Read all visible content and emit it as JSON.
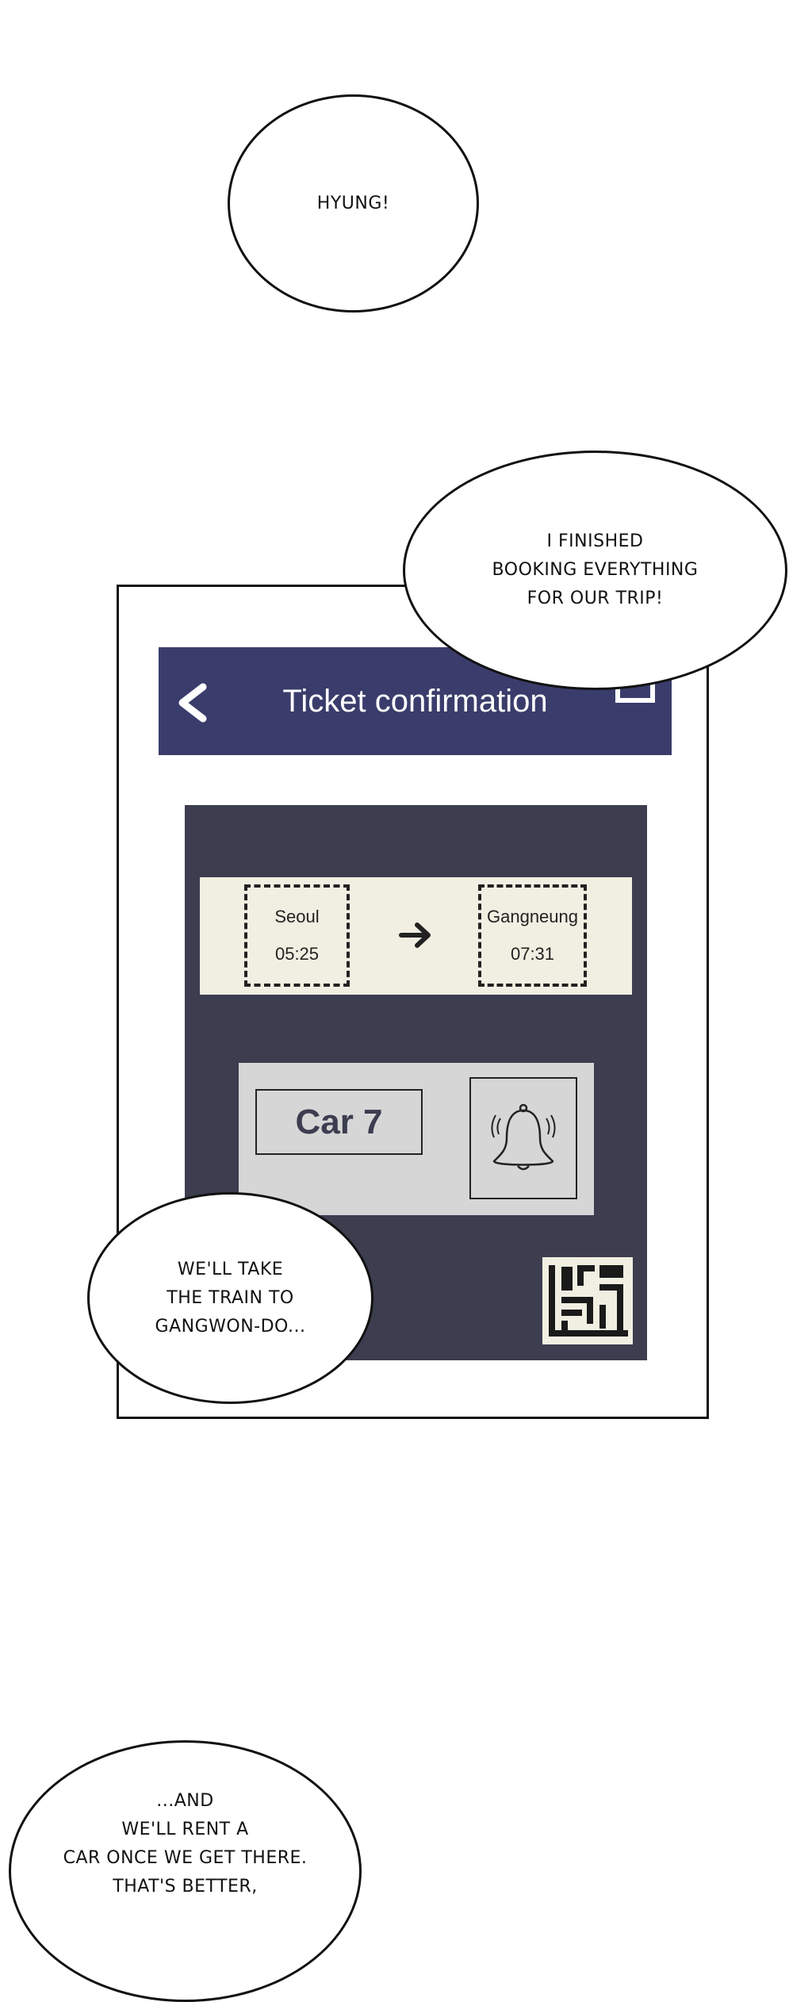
{
  "bubbles": {
    "b1": [
      "HYUNG!"
    ],
    "b2": [
      "I FINISHED",
      "BOOKING EVERYTHING",
      "FOR OUR TRIP!"
    ],
    "b3": [
      "WE'LL TAKE",
      "THE TRAIN TO",
      "GANGWON-DO..."
    ],
    "b4": [
      "...AND",
      "WE'LL RENT A",
      "CAR ONCE WE GET THERE.",
      "THAT'S BETTER,"
    ]
  },
  "app": {
    "title": "Ticket confirmation",
    "header_color": "#3a3d6b",
    "departure": {
      "station": "Seoul",
      "time": "05:25"
    },
    "arrival": {
      "station": "Gangneung",
      "time": "07:31"
    },
    "car": "Car 7",
    "icons": [
      "back-chevron-icon",
      "square-icon",
      "arrow-right-icon",
      "bell-icon",
      "qr-code-icon"
    ]
  }
}
